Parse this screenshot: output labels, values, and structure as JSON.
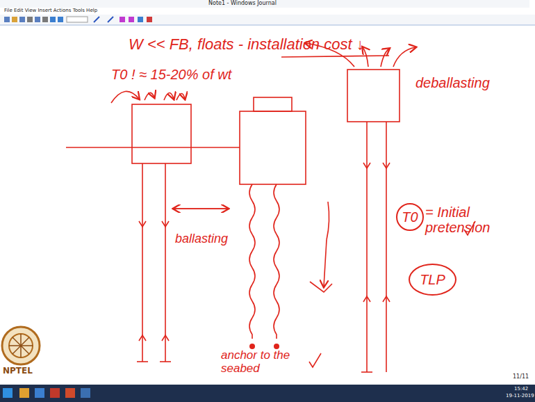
{
  "diagram": {
    "nodes": [
      {
        "text": [
          "T0"
        ]
      },
      {
        "text": [
          "TLP"
        ]
      }
    ],
    "labels": [
      "Note1 - Windows Journal",
      "File Edit View Insert Actions Tools Help",
      "W << FB, floats - installation cost ↓",
      "T0 ! ≈ 15-20% of wt",
      "ballasting",
      "deballasting",
      "= Initial pretension",
      "anchor to the seabed",
      "11/11",
      "NPTEL",
      "15:42",
      "19-11-2019"
    ]
  }
}
